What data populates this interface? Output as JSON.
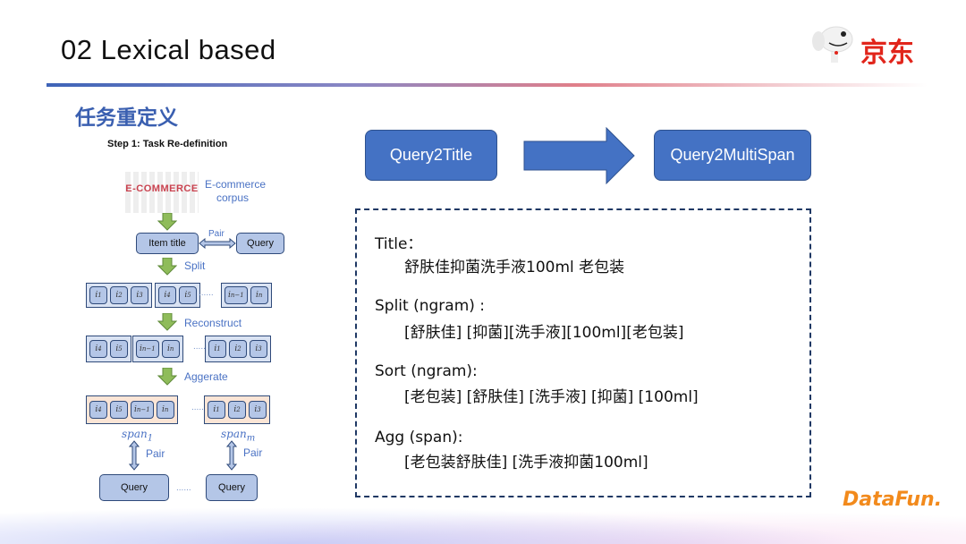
{
  "slide": {
    "title": "02 Lexical based",
    "subtitle": "任务重定义",
    "logo_text": "京东",
    "footer_logo": "DataFun."
  },
  "diagram": {
    "step_title": "Step 1: Task Re-definition",
    "corpus_image_text": "E-COMMERCE",
    "corpus_label_1": "E-commerce",
    "corpus_label_2": "corpus",
    "item_title": "Item title",
    "pair": "Pair",
    "query": "Query",
    "split": "Split",
    "reconstruct": "Reconstruct",
    "aggregate": "Aggerate",
    "dots": "......",
    "span_first": {
      "base": "span",
      "sub": "1"
    },
    "span_last": {
      "base": "span",
      "sub": "m"
    },
    "rows": [
      [
        [
          [
            "i",
            "1"
          ],
          [
            "i",
            "2"
          ],
          [
            "i",
            "3"
          ]
        ],
        [
          [
            "i",
            "4"
          ],
          [
            "i",
            "5"
          ]
        ],
        null,
        [
          [
            "i",
            "n−1"
          ],
          [
            "i",
            "n"
          ]
        ]
      ],
      [
        [
          [
            "i",
            "4"
          ],
          [
            "i",
            "5"
          ]
        ],
        [
          [
            "i",
            "n−1"
          ],
          [
            "i",
            "n"
          ]
        ],
        null,
        [
          [
            "i",
            "1"
          ],
          [
            "i",
            "2"
          ],
          [
            "i",
            "3"
          ]
        ]
      ],
      [
        [
          [
            "i",
            "4"
          ],
          [
            "i",
            "5"
          ],
          [
            "i",
            "n−1"
          ],
          [
            "i",
            "n"
          ]
        ],
        null,
        [
          [
            "i",
            "1"
          ],
          [
            "i",
            "2"
          ],
          [
            "i",
            "3"
          ]
        ]
      ]
    ],
    "colors": {
      "box": "#b4c6e7",
      "group": "#dae3f3",
      "agg_group": "#fbe5d6",
      "arrow": "#8fbc5a",
      "label": "#4a72c4"
    }
  },
  "flow": {
    "from": "Query2Title",
    "to": "Query2MultiSpan",
    "color": "#4472c4"
  },
  "example": {
    "title_label": "Title：",
    "title_value": "舒肤佳抑菌洗手液100ml 老包装",
    "split_label": "Split (ngram) :",
    "split_value": "[舒肤佳] [抑菌][洗手液][100ml][老包装]",
    "sort_label": "Sort (ngram):",
    "sort_value": "[老包装] [舒肤佳] [洗手液] [抑菌] [100ml]",
    "agg_label": "Agg (span):",
    "agg_value": "[老包装舒肤佳] [洗手液抑菌100ml]"
  }
}
